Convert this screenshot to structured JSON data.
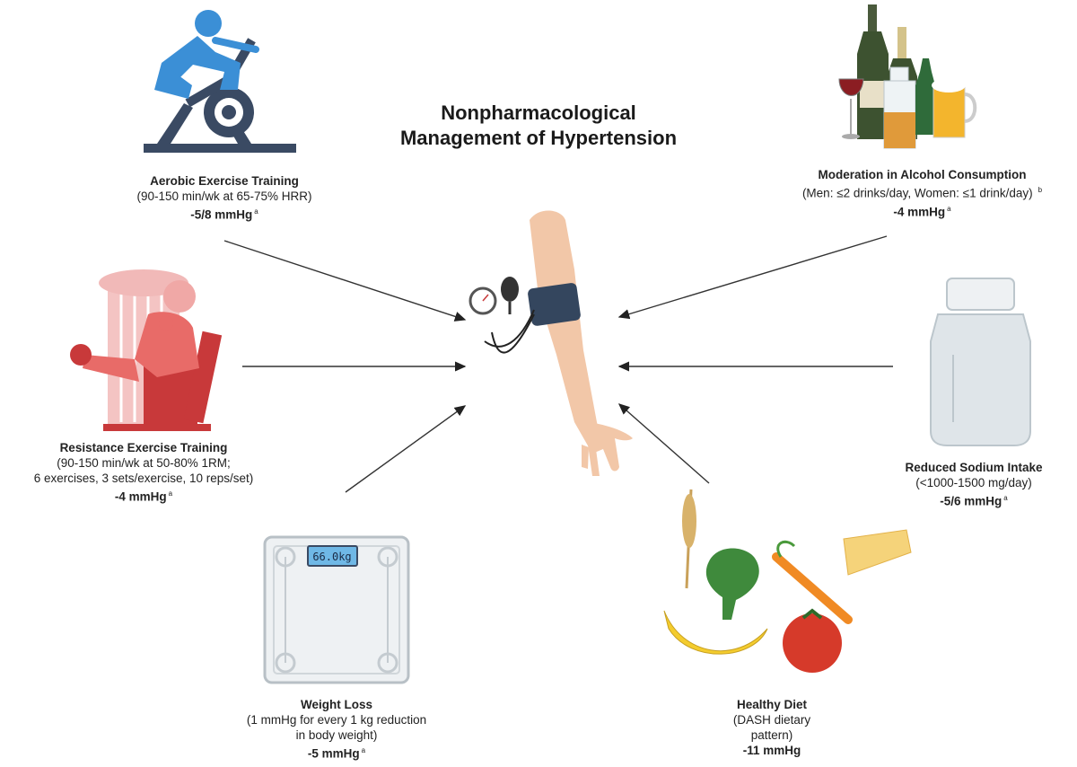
{
  "title": {
    "line1": "Nonpharmacological",
    "line2": "Management of Hypertension"
  },
  "scale_display": "66.0kg",
  "interventions": {
    "aerobic": {
      "name": "Aerobic Exercise Training",
      "detail1": "(90-150 min/wk at 65-75% HRR)",
      "effect": "-5/8 mmHg",
      "footnote": "a"
    },
    "alcohol": {
      "name": "Moderation in Alcohol Consumption",
      "detail1": "(Men: ≤2 drinks/day, Women: ≤1 drink/day)",
      "detail_footnote": "b",
      "effect": "-4 mmHg",
      "footnote": "a"
    },
    "resistance": {
      "name": "Resistance Exercise Training",
      "detail1": "(90-150 min/wk at 50-80% 1RM;",
      "detail2": "6 exercises, 3 sets/exercise, 10 reps/set)",
      "effect": "-4 mmHg",
      "footnote": "a"
    },
    "sodium": {
      "name": "Reduced Sodium Intake",
      "detail1": "(<1000-1500 mg/day)",
      "effect": "-5/6 mmHg",
      "footnote": "a"
    },
    "weight": {
      "name": "Weight Loss",
      "detail1": "(1 mmHg for every 1 kg reduction",
      "detail2": "in body weight)",
      "effect": "-5 mmHg",
      "footnote": "a"
    },
    "diet": {
      "name": "Healthy Diet",
      "detail1": "(DASH dietary",
      "detail2": "pattern)",
      "effect": "-11 mmHg"
    }
  },
  "colors": {
    "aerobic": "#3b8fd6",
    "bike_frame": "#3a4a63",
    "resistance": "#c8393a",
    "resistance_light": "#f1b9b8",
    "arrow": "#333333"
  }
}
